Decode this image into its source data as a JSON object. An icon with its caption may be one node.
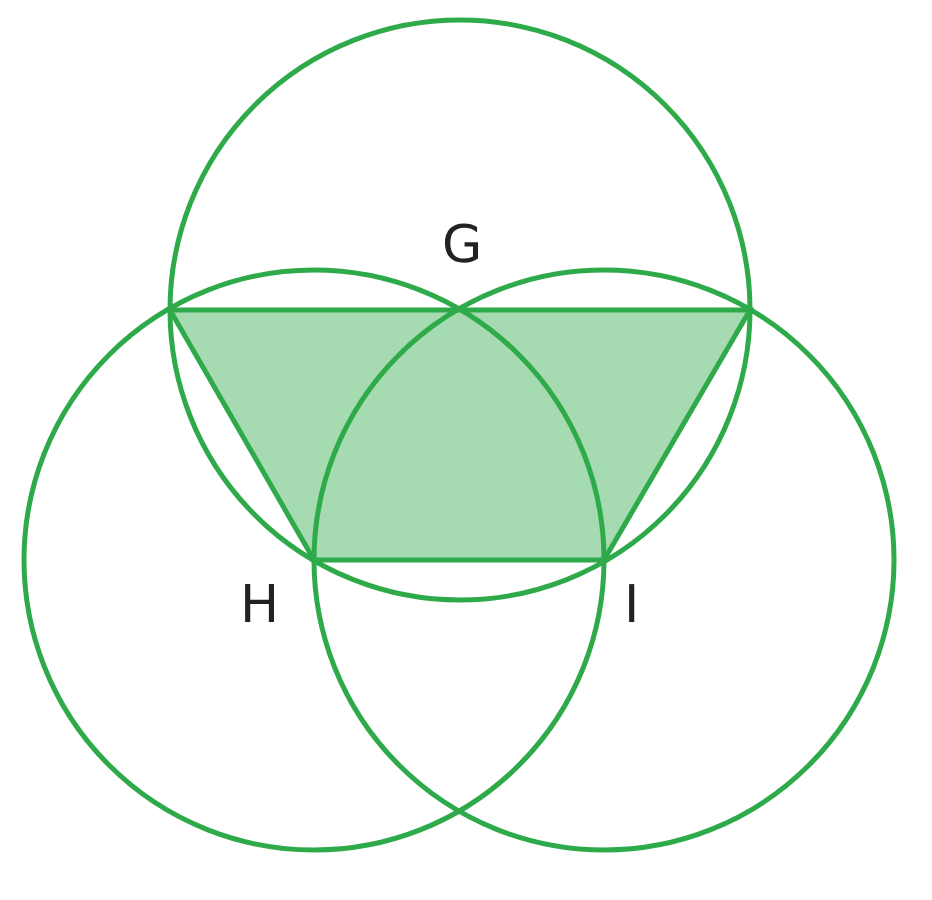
{
  "diagram": {
    "labels": [
      "G",
      "H",
      "I"
    ]
  }
}
